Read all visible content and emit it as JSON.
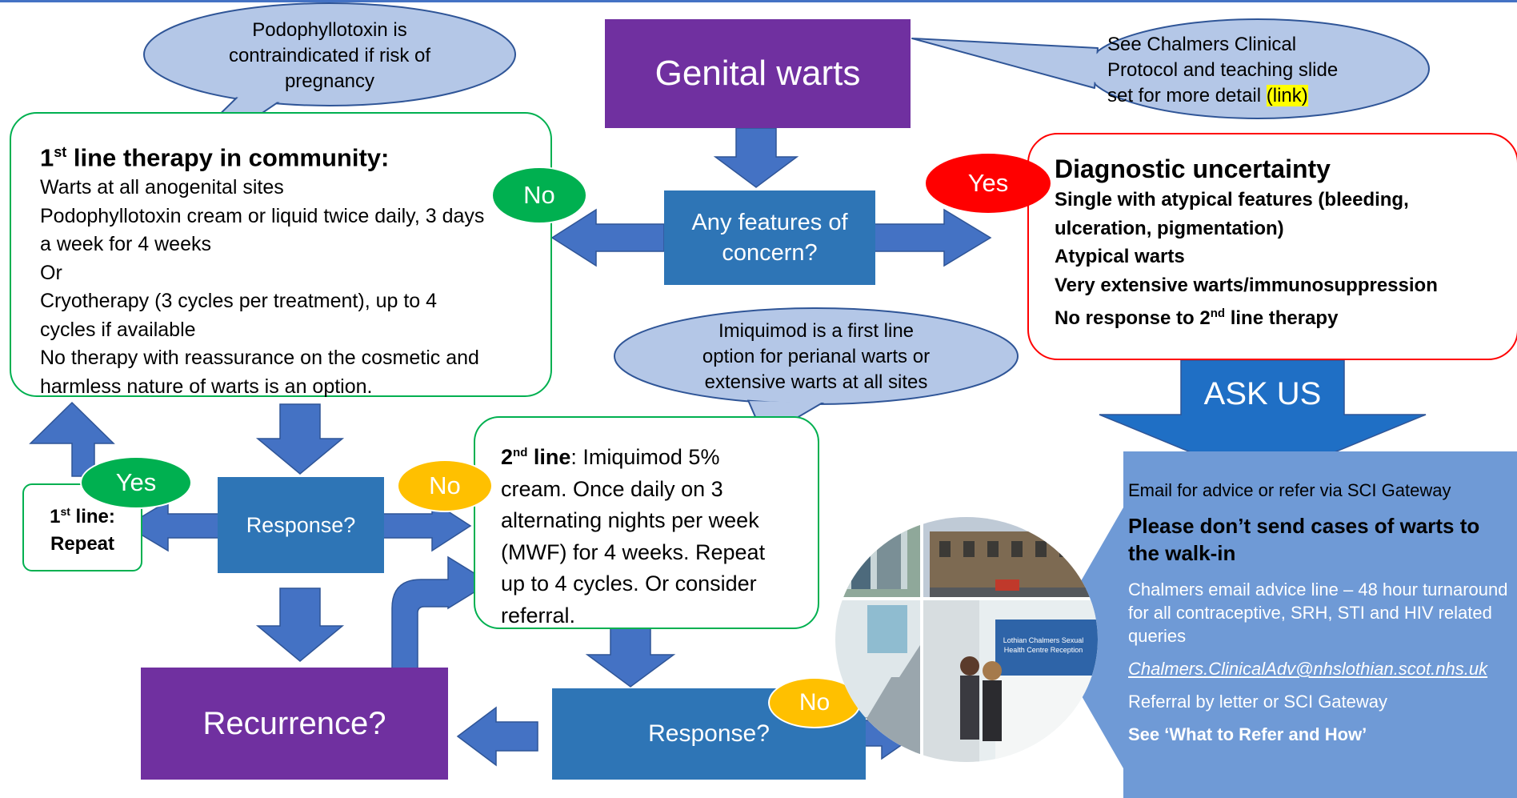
{
  "title": "Genital warts",
  "decision": {
    "concern": "Any features of concern?",
    "response1": "Response?",
    "response2": "Response?",
    "recurrence": "Recurrence?"
  },
  "labels": {
    "no_left": "No",
    "yes_right": "Yes",
    "yes_repeat": "Yes",
    "no_second": "No",
    "no_response2": "No"
  },
  "callouts": {
    "podophyllotoxin": [
      "Podophyllotoxin is",
      "contraindicated if risk of",
      "pregnancy"
    ],
    "chalmers_lines": [
      "See Chalmers Clinical",
      "Protocol and teaching slide"
    ],
    "chalmers_last": "set for more detail ",
    "chalmers_link": "(link)",
    "imiquimod": [
      "Imiquimod is a first line",
      "option for perianal warts or",
      "extensive warts at all sites"
    ]
  },
  "first_line": {
    "heading_sup": "st",
    "heading_prefix": "1",
    "heading_rest": " line therapy in  community:",
    "lines": [
      "Warts at all anogenital sites",
      "Podophyllotoxin cream or liquid twice daily, 3 days",
      "a week for 4 weeks",
      "Or",
      "Cryotherapy (3 cycles per treatment), up to 4",
      "cycles if available",
      "No therapy with reassurance on the cosmetic and",
      "harmless nature of warts is an option."
    ]
  },
  "repeat": {
    "num": "1",
    "sup": "st",
    "rest": " line:",
    "line2": "Repeat"
  },
  "second_line": {
    "num": "2",
    "sup": "nd",
    "bold": " line",
    "first_rest": ": Imiquimod 5%",
    "lines": [
      "cream. Once daily on 3",
      "alternating nights per week",
      "(MWF) for 4 weeks. Repeat",
      "up to 4 cycles.  Or consider",
      "referral."
    ]
  },
  "uncertainty": {
    "heading": "Diagnostic uncertainty",
    "lines": [
      "Single  with atypical features (bleeding,",
      "ulceration, pigmentation)",
      "Atypical warts",
      "Very extensive warts/immunosuppression"
    ],
    "last_prefix": "No response to  2",
    "last_sup": "nd",
    "last_rest": " line therapy"
  },
  "ask_us": "ASK US",
  "panel": {
    "email_intro": "Email for advice or  refer via SCI Gateway",
    "warning": "Please don’t send cases of warts to the walk-in",
    "advice_line": "Chalmers email advice line – 48 hour turnaround for  all contraceptive, SRH, STI and HIV related queries",
    "email": "Chalmers.ClinicalAdv@nhslothian.scot.nhs.uk",
    "referral": "Referral by letter or SCI Gateway",
    "see": "See ‘What to Refer and How’"
  },
  "photo_sign": "Lothian Chalmers Sexual Health Centre Reception",
  "colors": {
    "purple": "#7030a0",
    "blue": "#2e75b6",
    "arrow_blue": "#4472c4",
    "callout": "#b4c7e7",
    "panel": "#6f9ad6",
    "green": "#00b050",
    "red": "#ff0000",
    "amber": "#ffc000",
    "highlight": "#ffff00"
  }
}
